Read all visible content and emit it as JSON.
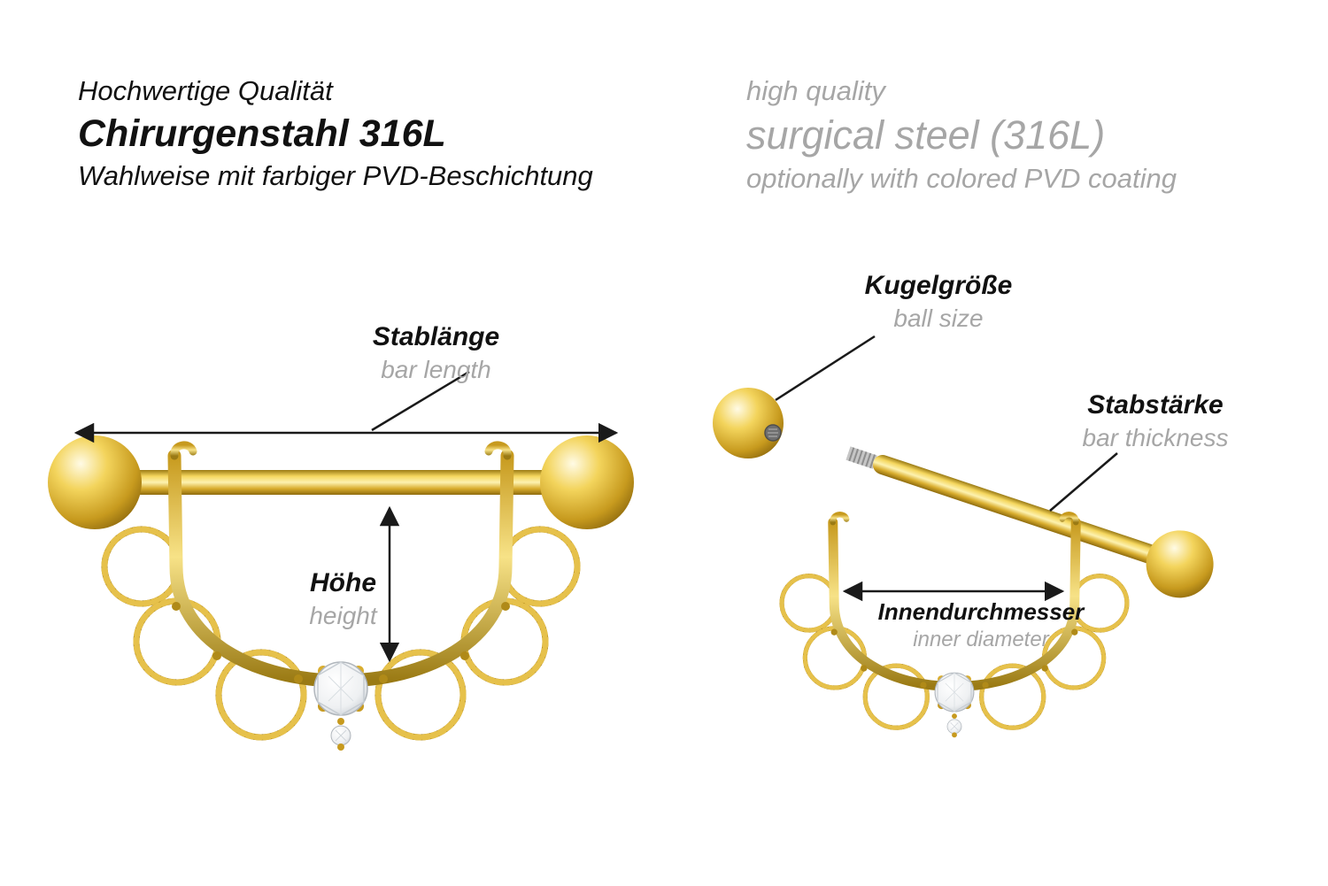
{
  "header": {
    "de": {
      "line1": "Hochwertige Qualität",
      "line2": "Chirurgenstahl 316L",
      "line3": "Wahlweise mit farbiger PVD-Beschichtung"
    },
    "en": {
      "line1": "high quality",
      "line2": "surgical steel (316L)",
      "line3": "optionally with colored PVD coating"
    }
  },
  "annotations": {
    "bar_length": {
      "de": "Stablänge",
      "en": "bar length"
    },
    "height": {
      "de": "Höhe",
      "en": "height"
    },
    "ball_size": {
      "de": "Kugelgröße",
      "en": "ball size"
    },
    "bar_thickness": {
      "de": "Stabstärke",
      "en": "bar thickness"
    },
    "inner_diameter": {
      "de": "Innendurchmesser",
      "en": "inner diameter"
    }
  },
  "colors": {
    "gold": "#d4a017",
    "gold_light": "#f7e287",
    "gold_dark": "#8a660c",
    "steel": "#c6c6c6",
    "crystal": "#eef0f2",
    "text_black": "#111111",
    "text_gray": "#a6a6a6",
    "dimension_line": "#1a1a1a",
    "background": "#ffffff"
  }
}
